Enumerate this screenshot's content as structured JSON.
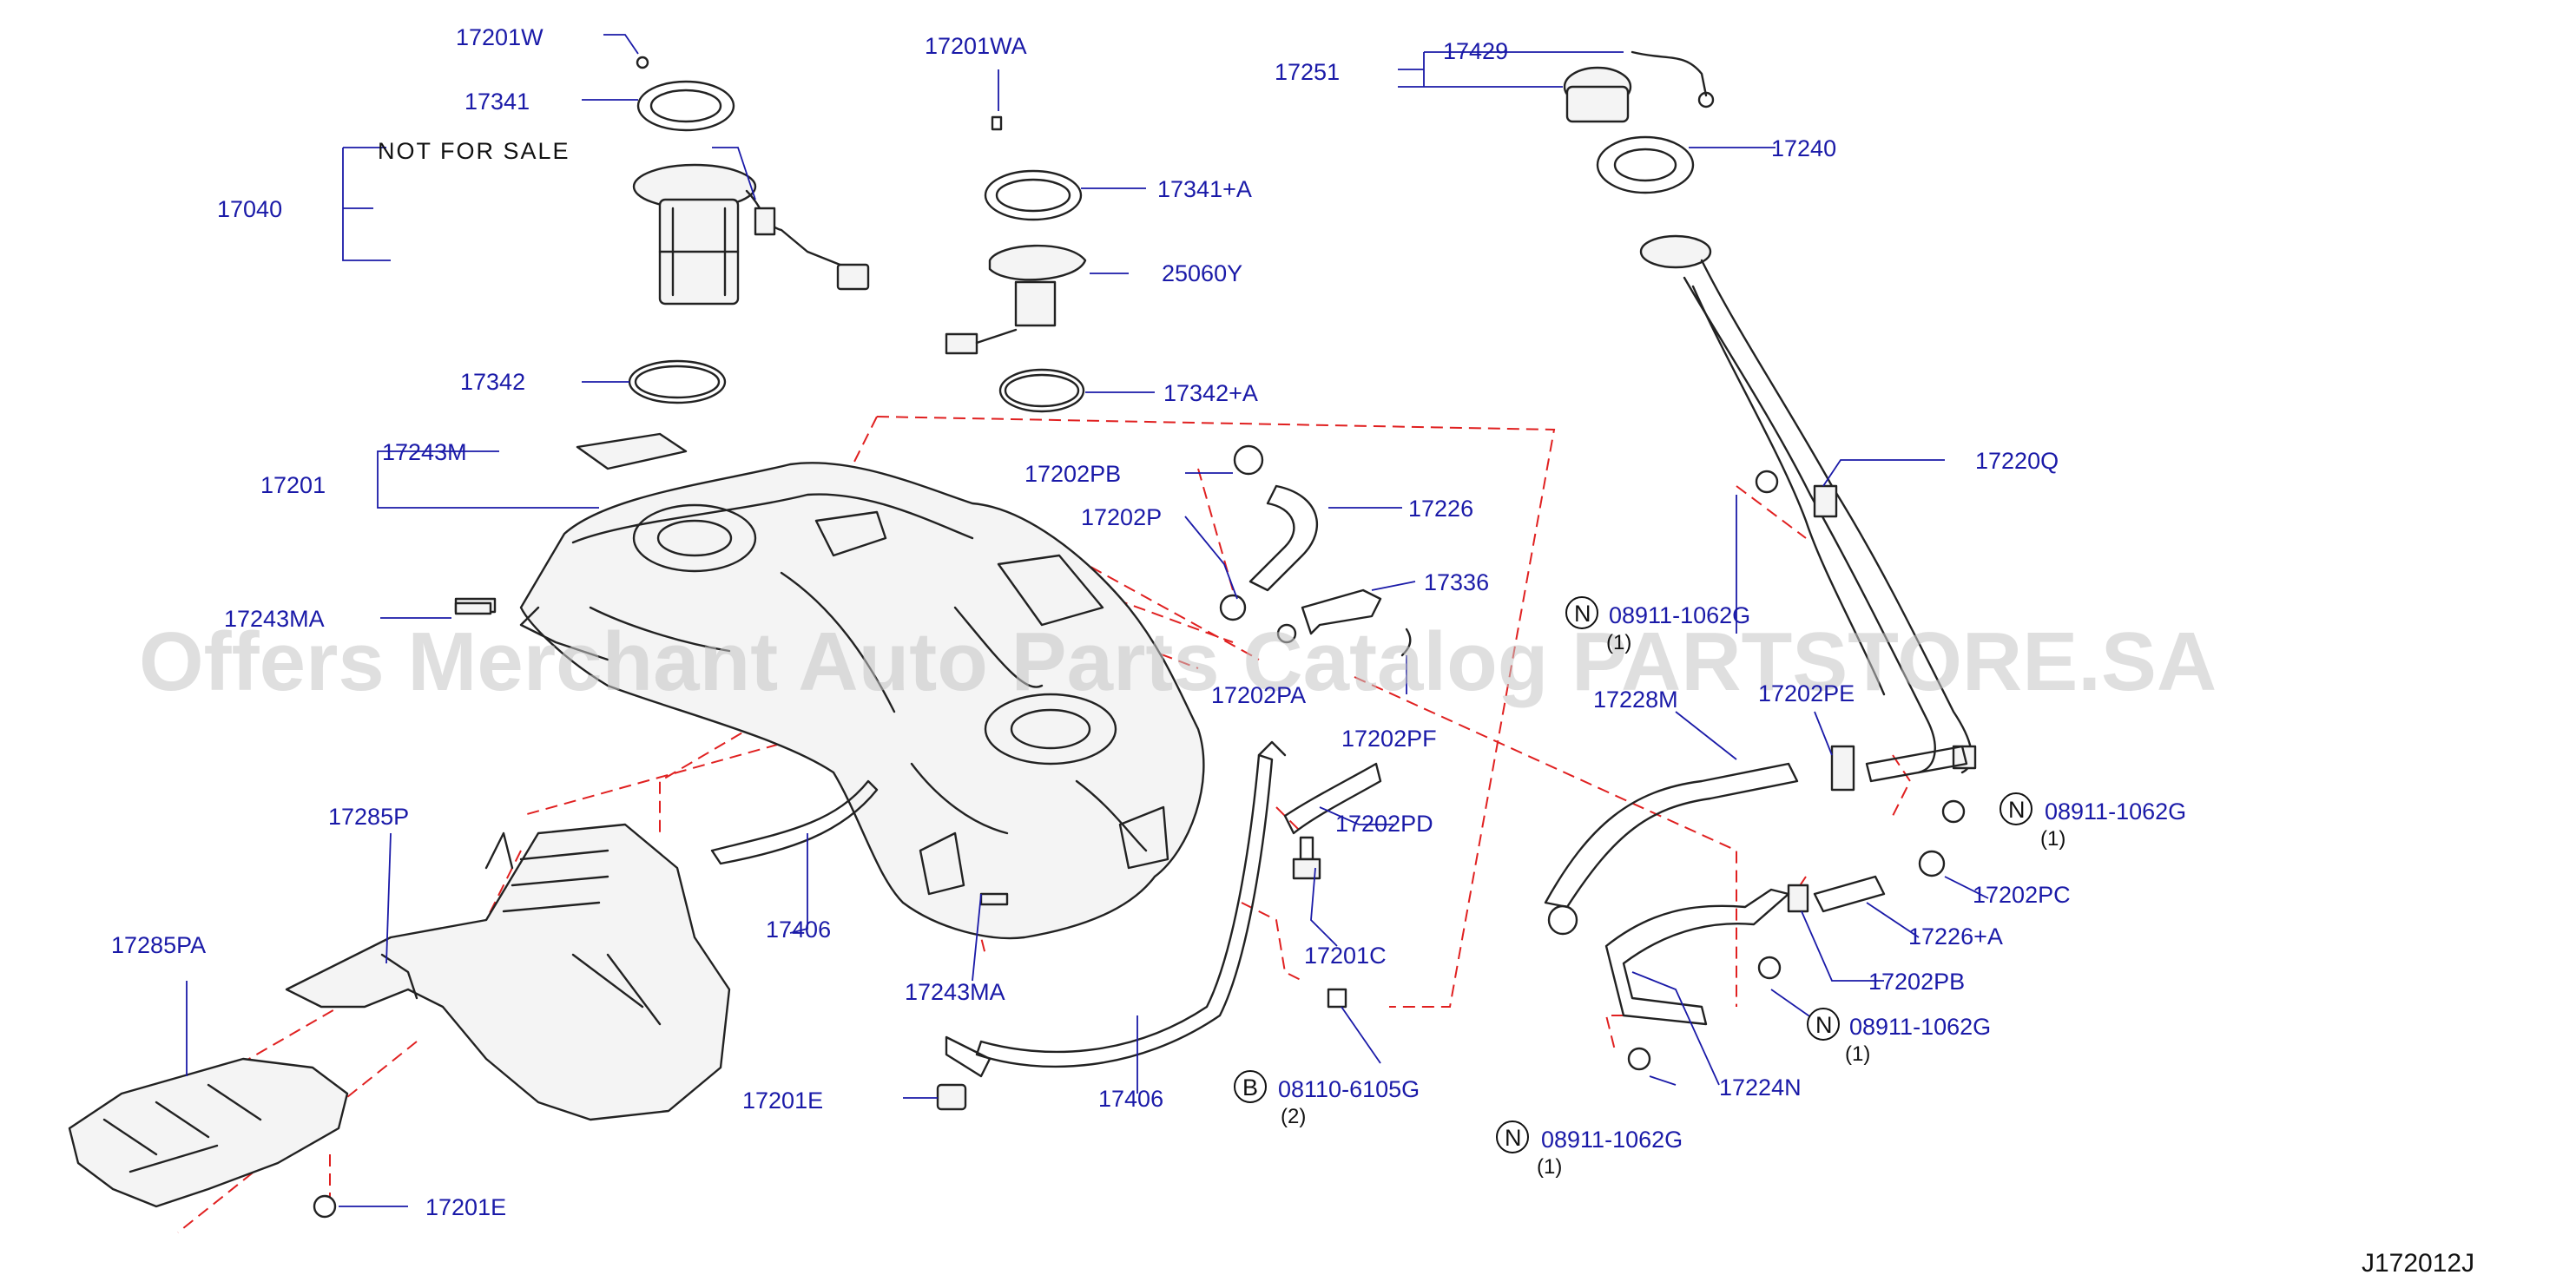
{
  "diagram": {
    "code": "J172012J",
    "watermark": "Offers Merchant Auto Parts Catalog PARTSTORE.SA",
    "not_for_sale": "NOT   FOR   SALE"
  },
  "labels": {
    "p17201W": "17201W",
    "p17341": "17341",
    "p17040": "17040",
    "p17342": "17342",
    "p17201": "17201",
    "p17243M": "17243M",
    "p17243MA_left": "17243MA",
    "p17201WA": "17201WA",
    "p17341A": "17341+A",
    "p25060Y": "25060Y",
    "p17342A": "17342+A",
    "p17202PB_top": "17202PB",
    "p17202P": "17202P",
    "p17226": "17226",
    "p17336": "17336",
    "p17202PA": "17202PA",
    "p17202PF": "17202PF",
    "p17202PD": "17202PD",
    "p17251": "17251",
    "p17429": "17429",
    "p17240": "17240",
    "p17220Q": "17220Q",
    "n08911_a": "08911-1062G",
    "n08911_a_qty": "(1)",
    "p17228M": "17228M",
    "p17202PE": "17202PE",
    "n08911_b": "08911-1062G",
    "n08911_b_qty": "(1)",
    "p17202PC": "17202PC",
    "p17226A": "17226+A",
    "p17202PB_bottom": "17202PB",
    "n08911_c": "08911-1062G",
    "n08911_c_qty": "(1)",
    "p17224N": "17224N",
    "n08911_d": "08911-1062G",
    "n08911_d_qty": "(1)",
    "p17285P": "17285P",
    "p17285PA": "17285PA",
    "p17406_a": "17406",
    "p17243MA_bottom": "17243MA",
    "p17201C": "17201C",
    "p17406_b": "17406",
    "b08110": "08110-6105G",
    "b08110_qty": "(2)",
    "p17201E_a": "17201E",
    "p17201E_b": "17201E",
    "badge_n": "N",
    "badge_b": "B"
  }
}
